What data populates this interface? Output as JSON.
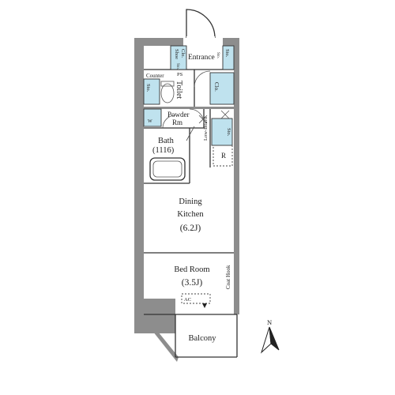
{
  "rooms": {
    "entrance": "Entrance",
    "shoe_closet_1": "Shoe",
    "shoe_closet_2": "Clo.",
    "storage_entrance": "Sto.",
    "storage_small_1": "Sto.",
    "storage_small_2": "Sto.",
    "counter": "Counter",
    "ps": "PS",
    "toilet": "Toilet",
    "storage_toilet": "Sto.",
    "closet": "Clo.",
    "powder_room_1": "Powder",
    "powder_room_2": "Rm",
    "washer": "W",
    "bath": "Bath",
    "bath_size": "(1116)",
    "lowboard": "Low-Board",
    "storage_kitchen": "Sto.",
    "refrigerator": "R",
    "dining_kitchen_1": "Dining",
    "dining_kitchen_2": "Kitchen",
    "dining_kitchen_size": "(6.2J)",
    "bedroom": "Bed Room",
    "bedroom_size": "(3.5J)",
    "aircon": "AC",
    "coat_hook": "Coat Hook",
    "balcony": "Balcony"
  },
  "compass": {
    "label": "N"
  },
  "colors": {
    "wall": "#8d8d8d",
    "storage_fill": "#bfe2ee",
    "line": "#333333"
  }
}
